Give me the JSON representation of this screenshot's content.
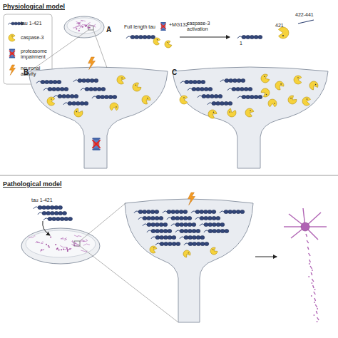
{
  "diagram": {
    "labels": [
      "Physiological model",
      "A",
      "Full length tau",
      "+MG132",
      "caspase-3 activation",
      "1",
      "421",
      "422-441",
      "B",
      "C",
      "Pathological model",
      "tau 1-421"
    ],
    "legend": [
      {
        "text": "tau 1-421"
      },
      {
        "text": "caspase-3"
      },
      {
        "text": "proteasome impairment"
      },
      {
        "text": "neuronal activity"
      }
    ]
  }
}
